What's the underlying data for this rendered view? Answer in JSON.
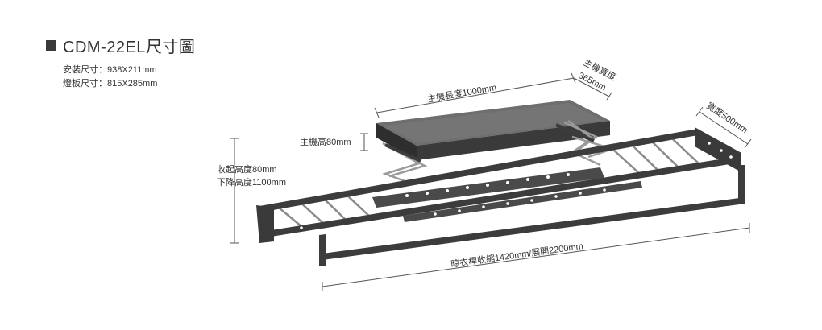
{
  "title": "CDM-22EL尺寸圖",
  "specs": {
    "install": "安裝尺寸：938X211mm",
    "lamp": "燈板尺寸：815X285mm"
  },
  "labels": {
    "main_length": "主機長度1000mm",
    "main_width_title": "主機寬度",
    "main_width_value": "365mm",
    "main_height": "主機高80mm",
    "width": "寬度500mm",
    "retract_height": "收起高度80mm",
    "lower_height": "下降高度1100mm",
    "rod": "晾衣桿收縮1420mm/展開2200mm"
  },
  "colors": {
    "frame": "#3c3c3c",
    "housing_top": "#6e6e6e",
    "housing_side": "#2e2e2e",
    "rail": "#8a8a8a",
    "dimension_line": "#555555"
  }
}
